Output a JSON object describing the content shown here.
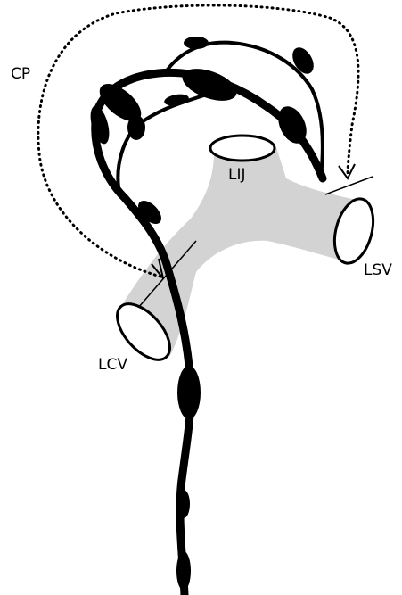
{
  "labels": {
    "cp": "CP",
    "lij": "LIJ",
    "lsv": "LSV",
    "lcv": "LCV"
  },
  "colors": {
    "background": "#ffffff",
    "vein_fill": "#d3d3d3",
    "lymph": "#000000",
    "ring_fill": "#ffffff"
  }
}
